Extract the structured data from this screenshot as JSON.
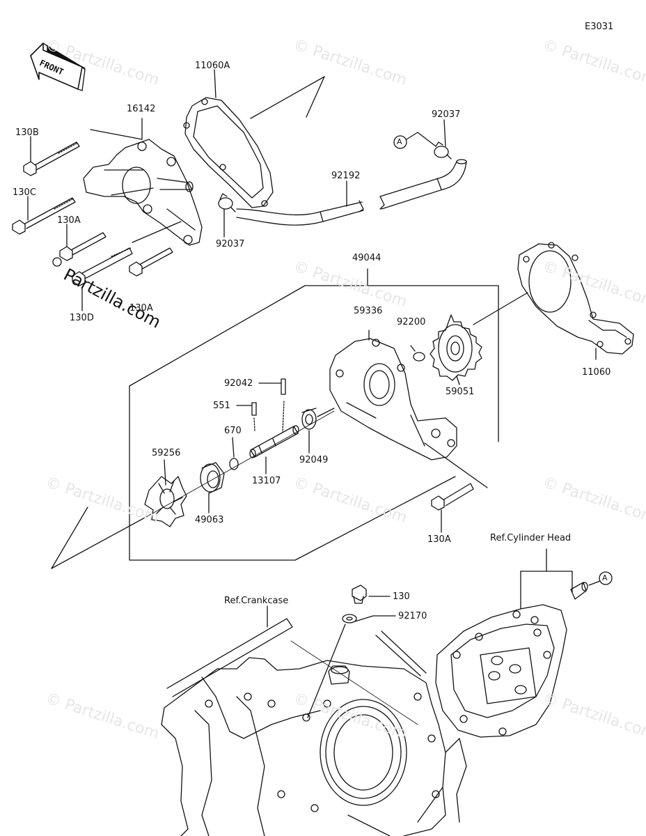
{
  "diagram_code": "E3031",
  "front_label": "FRONT",
  "watermark": "© Partzilla.com",
  "watermark_bold": "Partzilla.com",
  "parts": {
    "p130B": "130B",
    "p130C": "130C",
    "p130A_1": "130A",
    "p130A_2": "130A",
    "p130A_3": "130A",
    "p130D": "130D",
    "p16142": "16142",
    "p11060A": "11060A",
    "p92037_1": "92037",
    "p92037_2": "92037",
    "p92192": "92192",
    "p49044": "49044",
    "p59336": "59336",
    "p92200": "92200",
    "p59051": "59051",
    "p11060": "11060",
    "p92042": "92042",
    "p551": "551",
    "p670": "670",
    "p13107": "13107",
    "p92049": "92049",
    "p59256": "59256",
    "p49063": "49063",
    "p130": "130",
    "p92170": "92170"
  },
  "refs": {
    "cylinder_head": "Ref.Cylinder Head",
    "crankcase": "Ref.Crankcase",
    "marker_a1": "A",
    "marker_a2": "A"
  }
}
